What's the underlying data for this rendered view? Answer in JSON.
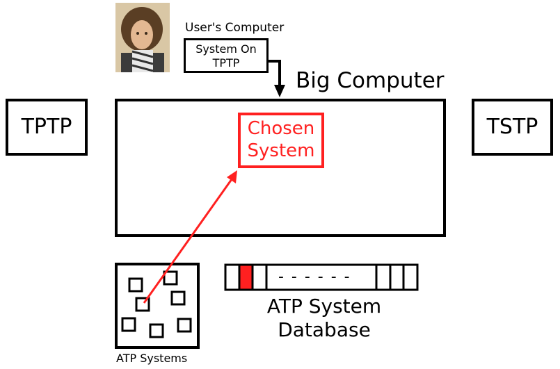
{
  "user_label": "User's Computer",
  "system_on_tptp": [
    "System On",
    "TPTP"
  ],
  "big_computer_label": "Big Computer",
  "tptp_label": "TPTP",
  "tstp_label": "TSTP",
  "chosen_system": [
    "Chosen",
    "System"
  ],
  "atp_systems_label": "ATP Systems",
  "database_label": [
    "ATP System",
    "Database"
  ],
  "database_dashes": "- - - - - -",
  "colors": {
    "accent_red": "#ff2020",
    "outline": "#000000",
    "photo_bg": "#d8c6a6"
  },
  "icons": {
    "user_photo": "user-photo-icon"
  }
}
